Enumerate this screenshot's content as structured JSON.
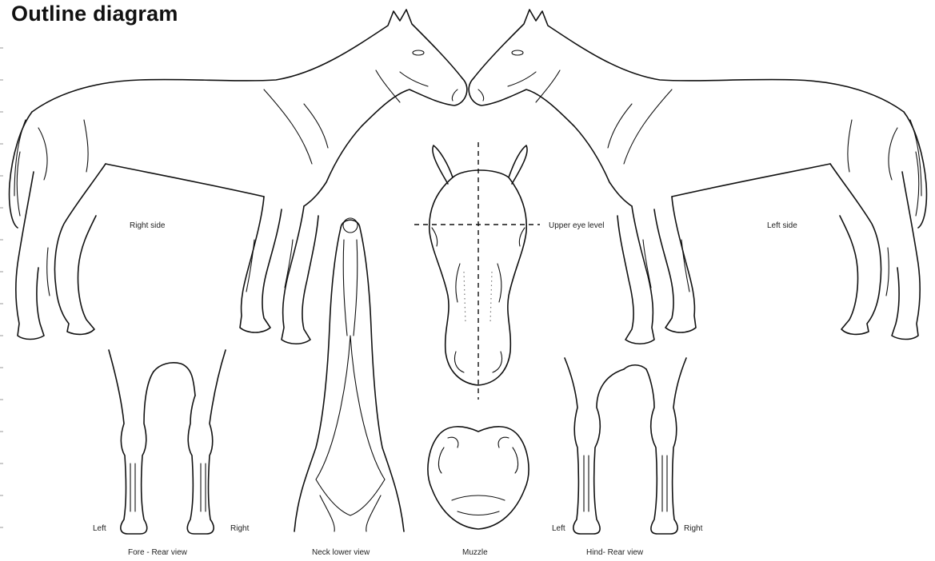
{
  "title": "Outline diagram",
  "labels": {
    "right_side": "Right side",
    "left_side": "Left side",
    "upper_eye_level": "Upper eye level",
    "fore_left": "Left",
    "fore_right": "Right",
    "fore_caption": "Fore - Rear view",
    "neck_caption": "Neck lower view",
    "muzzle_caption": "Muzzle",
    "hind_left": "Left",
    "hind_right": "Right",
    "hind_caption": "Hind- Rear view"
  }
}
